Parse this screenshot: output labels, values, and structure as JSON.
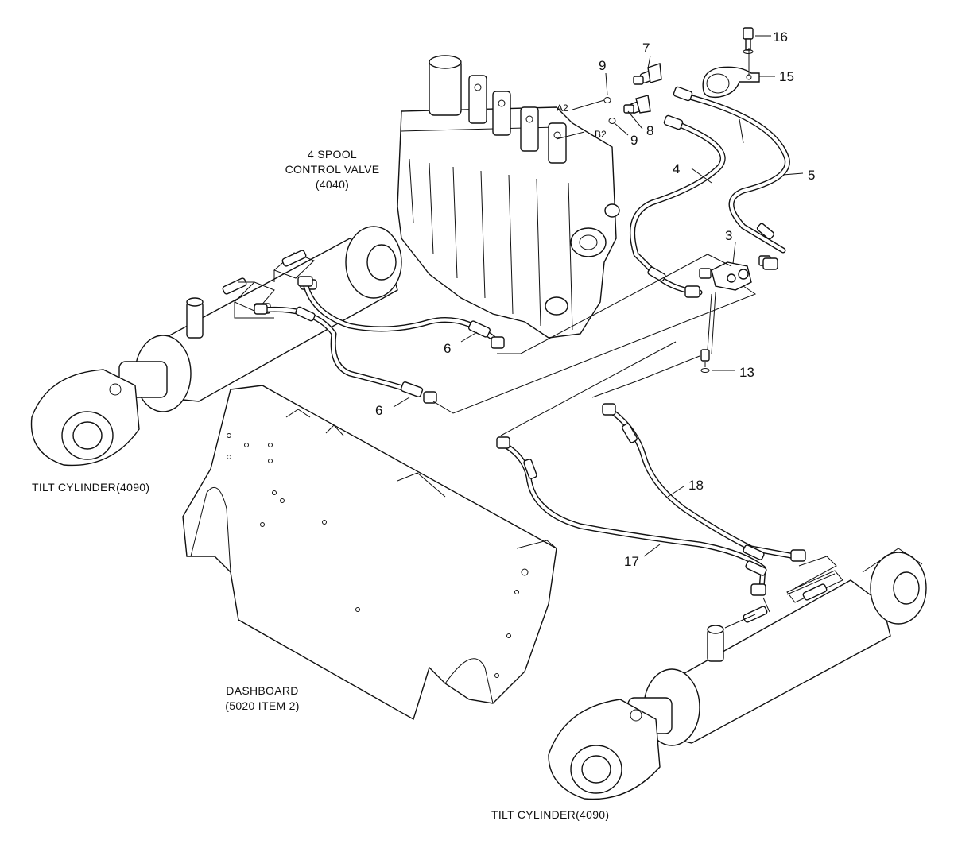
{
  "callouts": {
    "n3": "3",
    "n4": "4",
    "n5": "5",
    "n6a": "6",
    "n6b": "6",
    "n7": "7",
    "n8": "8",
    "n9a": "9",
    "n9b": "9",
    "n13": "13",
    "n15": "15",
    "n16": "16",
    "n17": "17",
    "n18": "18"
  },
  "ports": {
    "a2": "A2",
    "b2": "B2"
  },
  "captions": {
    "valve_line1": "4 SPOOL",
    "valve_line2": "CONTROL VALVE",
    "valve_line3": "(4040)",
    "tilt_left": "TILT CYLINDER(4090)",
    "tilt_right": "TILT CYLINDER(4090)",
    "dash_line1": "DASHBOARD",
    "dash_line2": "(5020 ITEM 2)"
  },
  "style": {
    "line_color": "#111111",
    "background": "#ffffff"
  }
}
